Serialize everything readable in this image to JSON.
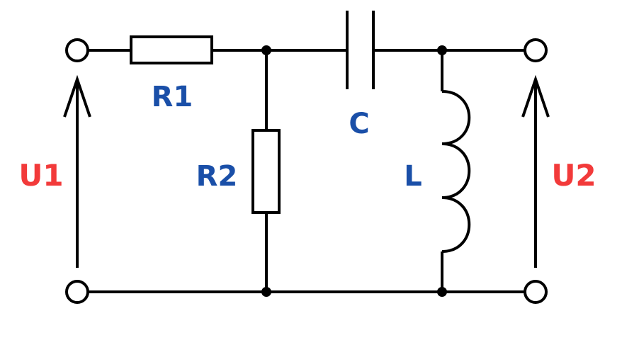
{
  "colors": {
    "wire": "#000000",
    "component_label": "#1a4fa8",
    "voltage_label": "#f23a3a",
    "background": "#ffffff"
  },
  "labels": {
    "r1": "R1",
    "r2": "R2",
    "c": "C",
    "l": "L",
    "u1": "U1",
    "u2": "U2"
  }
}
